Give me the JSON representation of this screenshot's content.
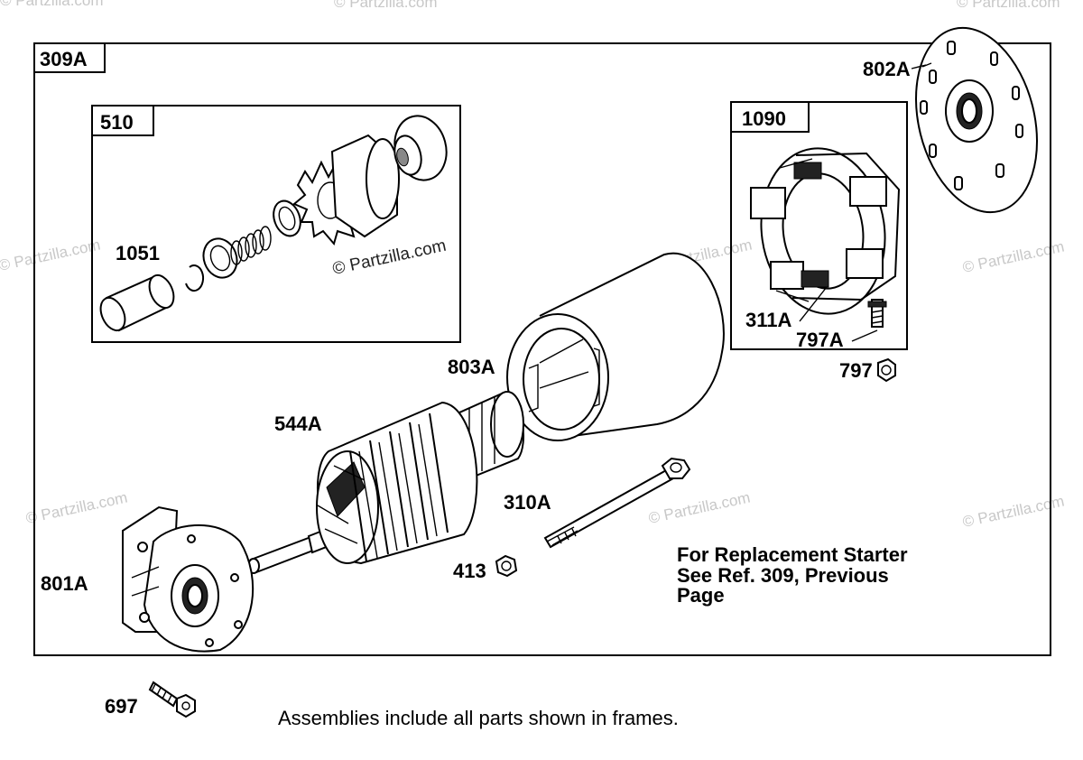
{
  "frames": {
    "outer": "309A",
    "drive": "510",
    "brush": "1090"
  },
  "labels": {
    "p802a": "802A",
    "p1051": "1051",
    "p803a": "803A",
    "p311a": "311A",
    "p797a": "797A",
    "p797": "797",
    "p544a": "544A",
    "p310a": "310A",
    "p413": "413",
    "p801a": "801A",
    "p697": "697"
  },
  "note": {
    "line1": "For Replacement Starter",
    "line2": "See Ref. 309, Previous",
    "line3": "Page"
  },
  "footer": "Assemblies include all parts shown in frames.",
  "watermark": "© Partzilla.com"
}
